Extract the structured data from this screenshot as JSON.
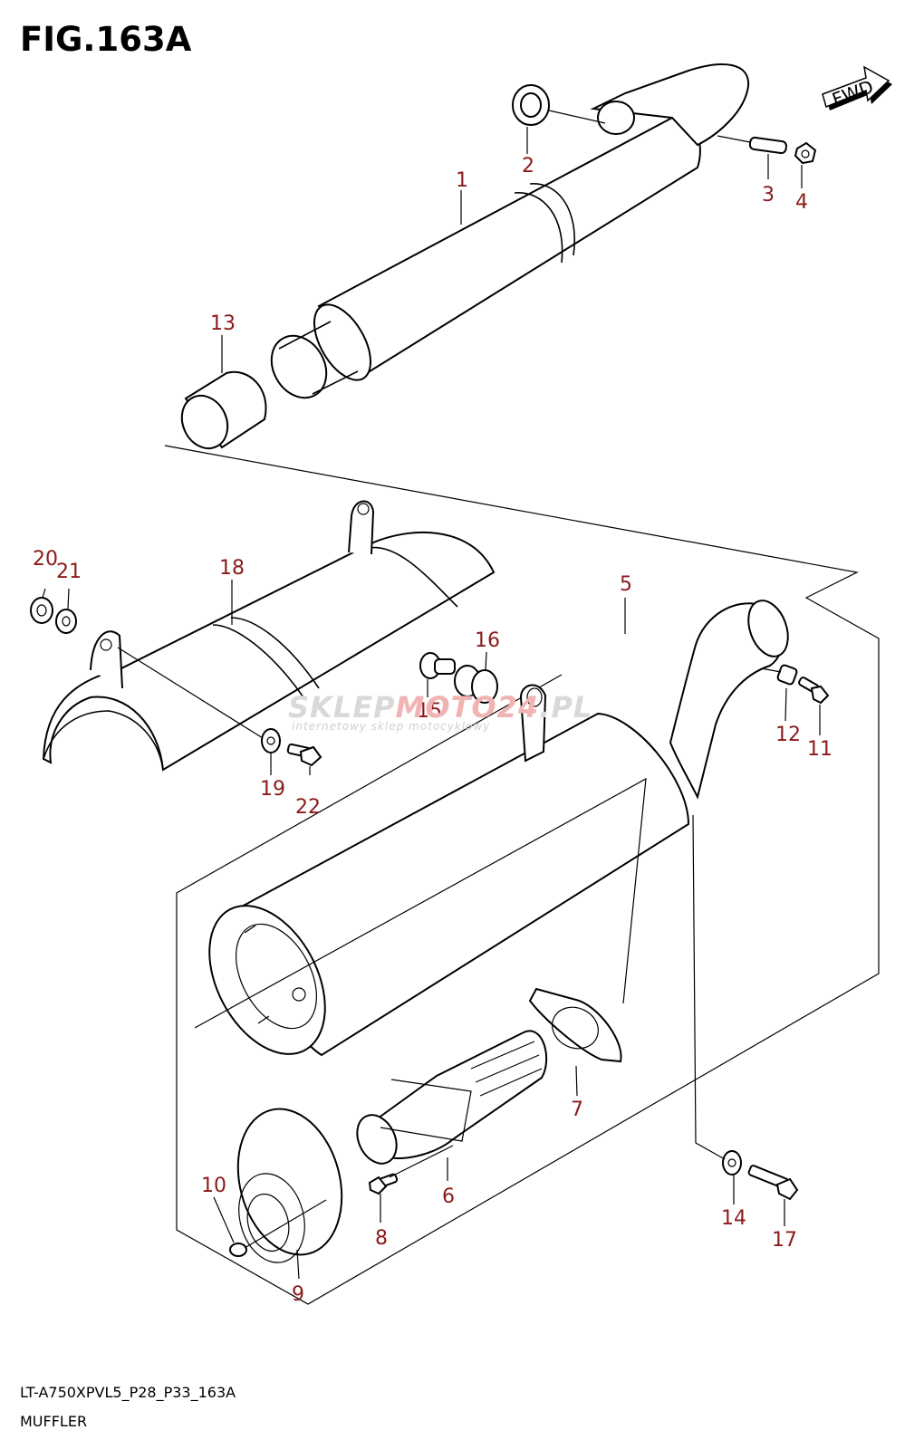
{
  "figure": {
    "title": "FIG.163A",
    "footer_code": "LT-A750XPVL5_P28_P33_163A",
    "footer_name": "MUFFLER",
    "direction_label": "FWD"
  },
  "watermark": {
    "brand_a": "SKLEP",
    "brand_b": "MOTO",
    "brand_c": "24",
    "brand_d": ".PL",
    "tagline": "internetowy sklep motocyklowy"
  },
  "callouts": [
    {
      "id": "1",
      "label": "1"
    },
    {
      "id": "2",
      "label": "2"
    },
    {
      "id": "3",
      "label": "3"
    },
    {
      "id": "4",
      "label": "4"
    },
    {
      "id": "5",
      "label": "5"
    },
    {
      "id": "6",
      "label": "6"
    },
    {
      "id": "7",
      "label": "7"
    },
    {
      "id": "8",
      "label": "8"
    },
    {
      "id": "9",
      "label": "9"
    },
    {
      "id": "10",
      "label": "10"
    },
    {
      "id": "11",
      "label": "11"
    },
    {
      "id": "12",
      "label": "12"
    },
    {
      "id": "13",
      "label": "13"
    },
    {
      "id": "14",
      "label": "14"
    },
    {
      "id": "15",
      "label": "15"
    },
    {
      "id": "16",
      "label": "16"
    },
    {
      "id": "17",
      "label": "17"
    },
    {
      "id": "18",
      "label": "18"
    },
    {
      "id": "19",
      "label": "19"
    },
    {
      "id": "20",
      "label": "20"
    },
    {
      "id": "21",
      "label": "21"
    },
    {
      "id": "22",
      "label": "22"
    }
  ],
  "colors": {
    "callout": "#8b1a1a",
    "line": "#000000",
    "watermark": "#d9d9d9",
    "watermark_accent": "#f2b3b3"
  }
}
